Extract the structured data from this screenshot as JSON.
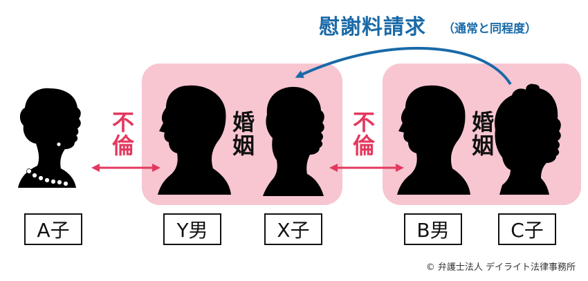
{
  "title": {
    "main": "慰謝料請求",
    "sub": "（通常と同程度）"
  },
  "relations": {
    "affair_left": "不倫",
    "marriage_left": "婚姻",
    "affair_right": "不倫",
    "marriage_right": "婚姻"
  },
  "people": {
    "a": "A子",
    "y": "Y男",
    "x": "X子",
    "b": "B男",
    "c": "C子"
  },
  "colors": {
    "pink_box": "#f7c6d0",
    "affair_red": "#e3395f",
    "claim_blue": "#1a6aa8",
    "silhouette": "#000000"
  },
  "icons": {
    "woman_a": "woman-with-pearls-silhouette",
    "man_y": "man-silhouette",
    "woman_x": "woman-short-hair-silhouette",
    "man_b": "man-silhouette",
    "woman_c": "woman-bob-hair-silhouette"
  },
  "copyright": "© 弁護士法人 デイライト法律事務所"
}
